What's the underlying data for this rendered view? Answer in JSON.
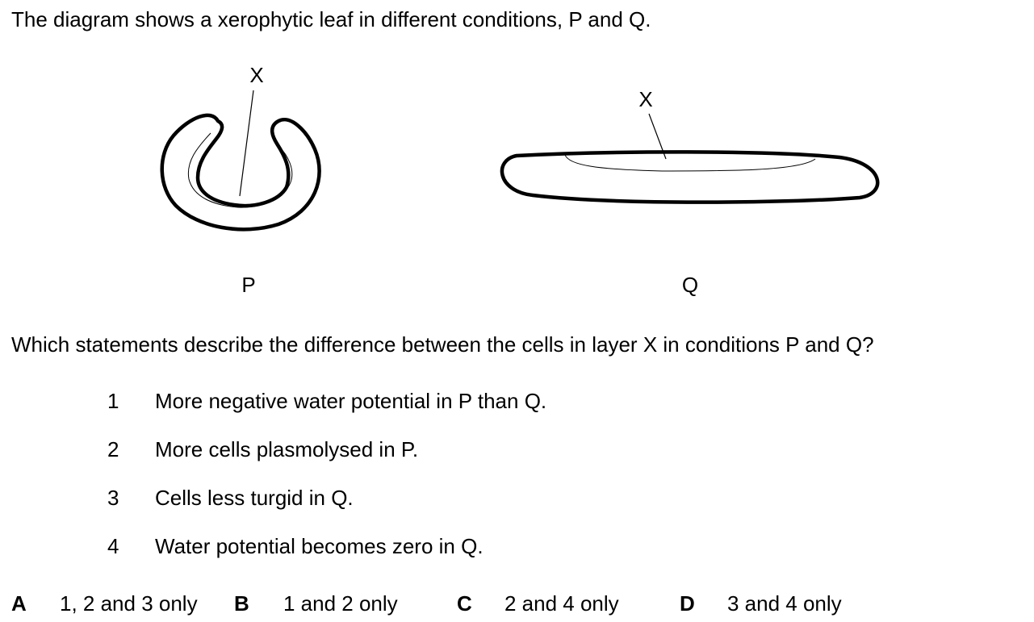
{
  "question": {
    "intro": "The diagram shows a xerophytic leaf in different conditions, P and Q.",
    "prompt": "Which statements describe the difference between the cells in layer X in conditions P and Q?"
  },
  "diagram": {
    "layer_label_p": "X",
    "layer_label_q": "X",
    "caption_p": "P",
    "caption_q": "Q"
  },
  "statements": [
    {
      "number": "1",
      "text": "More negative water potential in P than Q."
    },
    {
      "number": "2",
      "text": "More cells plasmolysed in P."
    },
    {
      "number": "3",
      "text": "Cells less turgid in Q."
    },
    {
      "number": "4",
      "text": "Water potential becomes zero in Q."
    }
  ],
  "options": [
    {
      "letter": "A",
      "text": "1, 2 and 3 only"
    },
    {
      "letter": "B",
      "text": "1 and 2 only"
    },
    {
      "letter": "C",
      "text": "2 and 4 only"
    },
    {
      "letter": "D",
      "text": "3 and 4 only"
    }
  ]
}
